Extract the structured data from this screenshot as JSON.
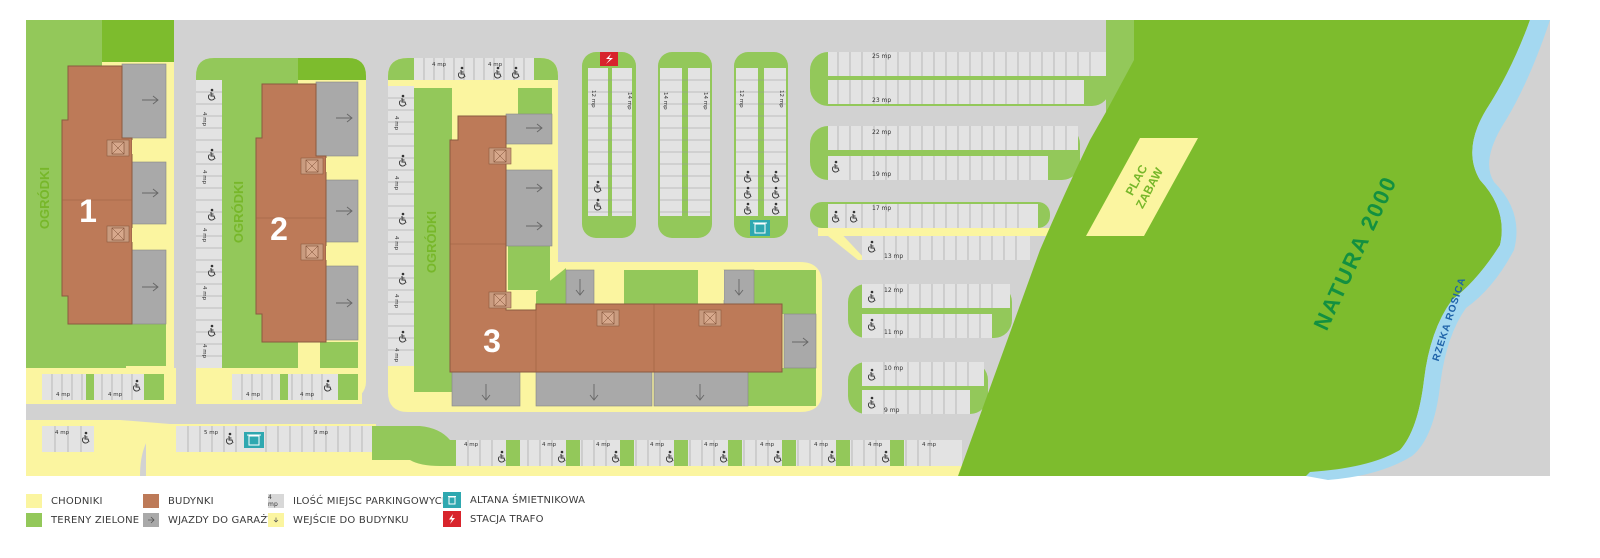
{
  "colors": {
    "road": "#d2d2d2",
    "sidewalk": "#fbf5a0",
    "green": "#93c85a",
    "green_dark": "#7dbc2d",
    "building": "#bd7a58",
    "garage": "#a9a9a9",
    "river": "#a4d8f0",
    "water_icon": "#2fa8b0",
    "trafo": "#d8242c",
    "label_green": "#77b72a",
    "natura_text": "#139040",
    "river_text": "#1d62a8"
  },
  "map": {
    "buildings": [
      {
        "number": "1"
      },
      {
        "number": "2"
      },
      {
        "number": "3"
      }
    ],
    "garden_labels": [
      "OGRÓDKI",
      "OGRÓDKI",
      "OGRÓDKI"
    ],
    "playground_label_line1": "PLAC",
    "playground_label_line2": "ZABAW",
    "natura_label": "NATURA 2000",
    "river_label": "RZEKA ROSICA",
    "parking_labels": {
      "four": "4 mp",
      "five": "5 mp",
      "nine": "9 mp",
      "eleven": "11 mp",
      "twelve": "12 mp",
      "fourteen": "14 mp",
      "ten": "10 mp",
      "thirteen": "13 mp",
      "seventeen": "17 mp",
      "nineteen": "19 mp",
      "twentytwo": "22 mp",
      "twentythree": "23 mp",
      "twentyfive": "25 mp"
    }
  },
  "legend": {
    "sidewalks": "CHODNIKI",
    "green_areas": "TERENY ZIELONE",
    "buildings": "BUDYNKI",
    "garage_entrances": "WJAZDY DO GARAŻY",
    "parking_count": "ILOŚĆ MIEJSC PARKINGOWYCH",
    "parking_count_sample": "4 mp",
    "building_entrance": "WEJŚCIE DO BUDYNKU",
    "waste_shelter": "ALTANA ŚMIETNIKOWA",
    "transformer": "STACJA TRAFO"
  }
}
